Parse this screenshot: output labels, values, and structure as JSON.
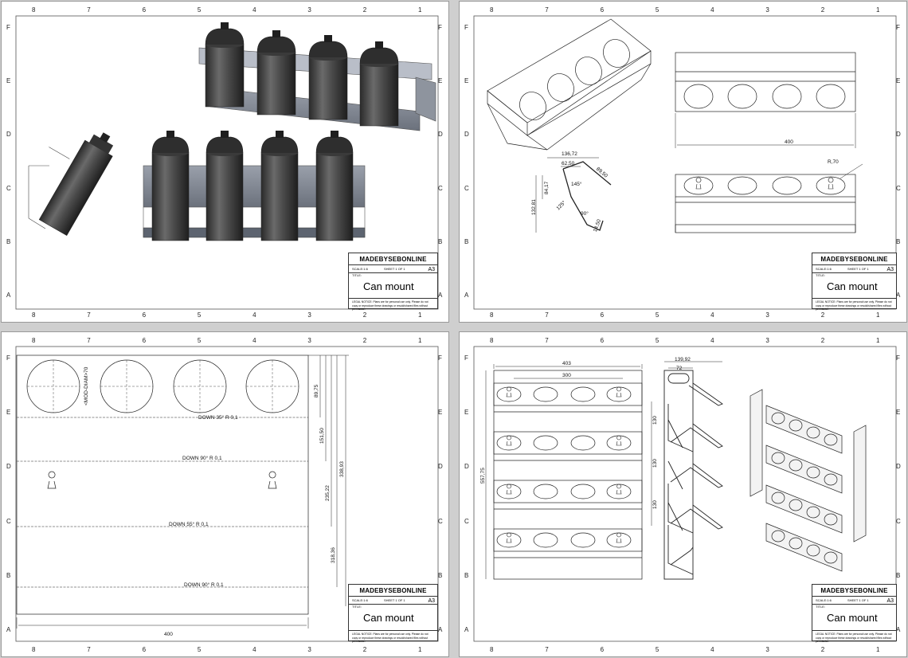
{
  "zones": {
    "columns": [
      "8",
      "7",
      "6",
      "5",
      "4",
      "3",
      "2",
      "1"
    ],
    "rows": [
      "F",
      "E",
      "D",
      "C",
      "B",
      "A"
    ]
  },
  "title_block": {
    "company": "MADEBYSEBONLINE",
    "scale_label": "SCALE:1:6",
    "sheet_label": "SHEET 1 OF 1",
    "size": "A3",
    "title_label": "TITLE:",
    "drawing_name": "Can mount",
    "notice": "LEGAL NOTICE: Plans are for personal use only. Please do not copy or reproduce these drawings or resold/shared files without permission"
  },
  "sheet2": {
    "dim_width": "400",
    "dim_top": "136,72",
    "dim_mid": "62,50",
    "dim_diag": "89,50",
    "dim_angle1": "145°",
    "dim_height1": "84,17",
    "dim_height2": "132,81",
    "dim_angle2": "125°",
    "dim_angle3": "90°",
    "dim_lip": "14,50",
    "dim_radius": "R,70"
  },
  "sheet3": {
    "bend1": "DOWN  35°  R 0,1",
    "bend2": "DOWN  90°  R 0,1",
    "bend3": "DOWN  55°  R 0,1",
    "bend4": "DOWN  90°  R 0,1",
    "dim_width": "400",
    "dim_circle": "<MOD-DIAM>70",
    "dim_v1": "89,75",
    "dim_v2": "151,50",
    "dim_v3": "235,22",
    "dim_v4": "318,36",
    "dim_v5": "338,93"
  },
  "sheet4": {
    "dim_outer": "403",
    "dim_inner": "300",
    "dim_height": "557,75",
    "dim_pitch1": "130",
    "dim_pitch2": "130",
    "dim_pitch3": "130",
    "dim_depth": "139,92",
    "dim_front": "72"
  }
}
